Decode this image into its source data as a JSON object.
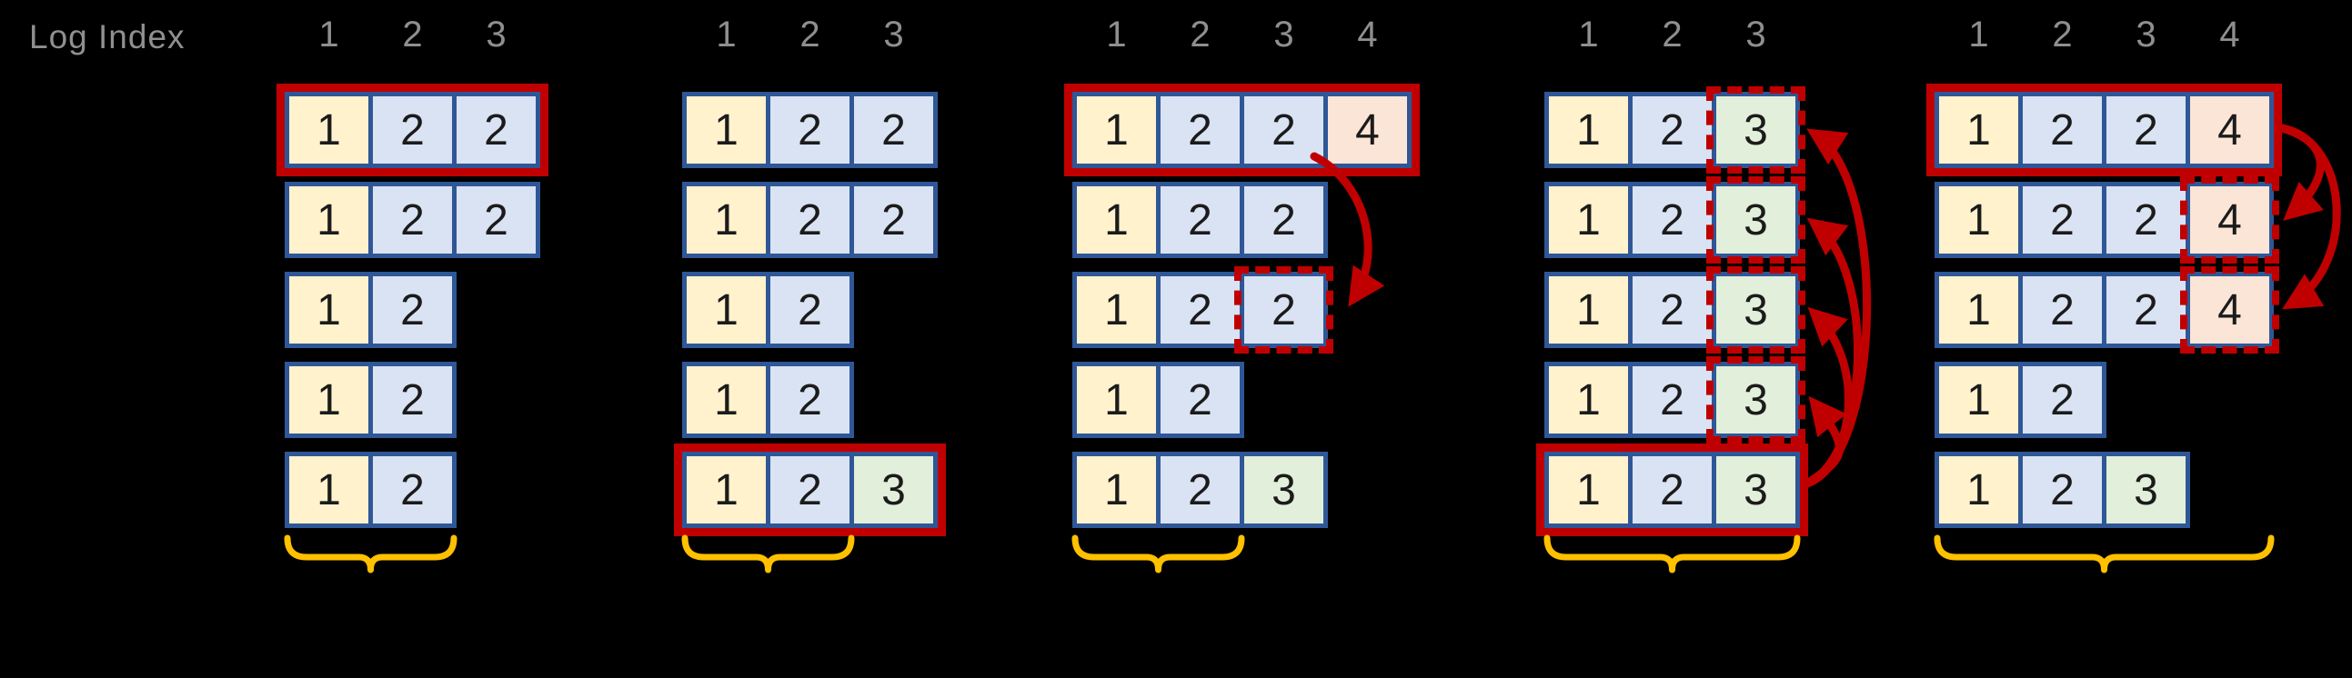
{
  "title_label": "Log Index",
  "colors": {
    "background": "#000000",
    "cell_border": "#2F5797",
    "leader_outline": "#C00000",
    "dashed_outline": "#C00000",
    "arrow": "#C00000",
    "brace": "#FFC000",
    "index_text": "#8F8F8F",
    "cell_text": "#1B1B1B",
    "term_fills": {
      "1": "#FFF2CC",
      "2": "#DAE3F3",
      "3": "#E2EFDA",
      "4": "#FBE5D6"
    }
  },
  "panels": [
    {
      "name": "a",
      "columns": [
        "1",
        "2",
        "3"
      ],
      "rows": [
        {
          "leader": true,
          "cells": [
            "1",
            "2",
            "2"
          ],
          "dashed": []
        },
        {
          "leader": false,
          "cells": [
            "1",
            "2",
            "2"
          ],
          "dashed": []
        },
        {
          "leader": false,
          "cells": [
            "1",
            "2"
          ],
          "dashed": []
        },
        {
          "leader": false,
          "cells": [
            "1",
            "2"
          ],
          "dashed": []
        },
        {
          "leader": false,
          "cells": [
            "1",
            "2"
          ],
          "dashed": []
        }
      ],
      "brace_cols": 2,
      "arrows": []
    },
    {
      "name": "b",
      "columns": [
        "1",
        "2",
        "3"
      ],
      "rows": [
        {
          "leader": false,
          "cells": [
            "1",
            "2",
            "2"
          ],
          "dashed": []
        },
        {
          "leader": false,
          "cells": [
            "1",
            "2",
            "2"
          ],
          "dashed": []
        },
        {
          "leader": false,
          "cells": [
            "1",
            "2"
          ],
          "dashed": []
        },
        {
          "leader": false,
          "cells": [
            "1",
            "2"
          ],
          "dashed": []
        },
        {
          "leader": true,
          "cells": [
            "1",
            "2",
            "3"
          ],
          "dashed": []
        }
      ],
      "brace_cols": 2,
      "arrows": []
    },
    {
      "name": "c",
      "columns": [
        "1",
        "2",
        "3",
        "4"
      ],
      "rows": [
        {
          "leader": true,
          "cells": [
            "1",
            "2",
            "2",
            "4"
          ],
          "dashed": []
        },
        {
          "leader": false,
          "cells": [
            "1",
            "2",
            "2"
          ],
          "dashed": []
        },
        {
          "leader": false,
          "cells": [
            "1",
            "2",
            "2"
          ],
          "dashed": [
            3
          ]
        },
        {
          "leader": false,
          "cells": [
            "1",
            "2"
          ],
          "dashed": []
        },
        {
          "leader": false,
          "cells": [
            "1",
            "2",
            "3"
          ],
          "dashed": []
        }
      ],
      "brace_cols": 2,
      "arrows": [
        {
          "kind": "drop",
          "from": {
            "row": 1,
            "col": 3
          },
          "to": {
            "row": 3,
            "col": 3
          }
        }
      ]
    },
    {
      "name": "d",
      "columns": [
        "1",
        "2",
        "3"
      ],
      "rows": [
        {
          "leader": false,
          "cells": [
            "1",
            "2",
            "3"
          ],
          "dashed": [
            3
          ]
        },
        {
          "leader": false,
          "cells": [
            "1",
            "2",
            "3"
          ],
          "dashed": [
            3
          ]
        },
        {
          "leader": false,
          "cells": [
            "1",
            "2",
            "3"
          ],
          "dashed": [
            3
          ]
        },
        {
          "leader": false,
          "cells": [
            "1",
            "2",
            "3"
          ],
          "dashed": [
            3
          ]
        },
        {
          "leader": true,
          "cells": [
            "1",
            "2",
            "3"
          ],
          "dashed": []
        }
      ],
      "brace_cols": 3,
      "arrows": [
        {
          "kind": "up",
          "from": {
            "row": 5,
            "col": 3
          },
          "to": {
            "row": 1,
            "col": 3
          }
        },
        {
          "kind": "up",
          "from": {
            "row": 5,
            "col": 3
          },
          "to": {
            "row": 2,
            "col": 3
          }
        },
        {
          "kind": "up",
          "from": {
            "row": 5,
            "col": 3
          },
          "to": {
            "row": 3,
            "col": 3
          }
        },
        {
          "kind": "up",
          "from": {
            "row": 5,
            "col": 3
          },
          "to": {
            "row": 4,
            "col": 3
          }
        }
      ]
    },
    {
      "name": "e",
      "columns": [
        "1",
        "2",
        "3",
        "4"
      ],
      "rows": [
        {
          "leader": true,
          "cells": [
            "1",
            "2",
            "2",
            "4"
          ],
          "dashed": []
        },
        {
          "leader": false,
          "cells": [
            "1",
            "2",
            "2",
            "4"
          ],
          "dashed": [
            4
          ]
        },
        {
          "leader": false,
          "cells": [
            "1",
            "2",
            "2",
            "4"
          ],
          "dashed": [
            4
          ]
        },
        {
          "leader": false,
          "cells": [
            "1",
            "2"
          ],
          "dashed": []
        },
        {
          "leader": false,
          "cells": [
            "1",
            "2",
            "3"
          ],
          "dashed": []
        }
      ],
      "brace_cols": 4,
      "arrows": [
        {
          "kind": "down",
          "from": {
            "row": 1,
            "col": 4
          },
          "to": {
            "row": 2,
            "col": 4
          }
        },
        {
          "kind": "down",
          "from": {
            "row": 1,
            "col": 4
          },
          "to": {
            "row": 3,
            "col": 4
          }
        }
      ]
    }
  ]
}
